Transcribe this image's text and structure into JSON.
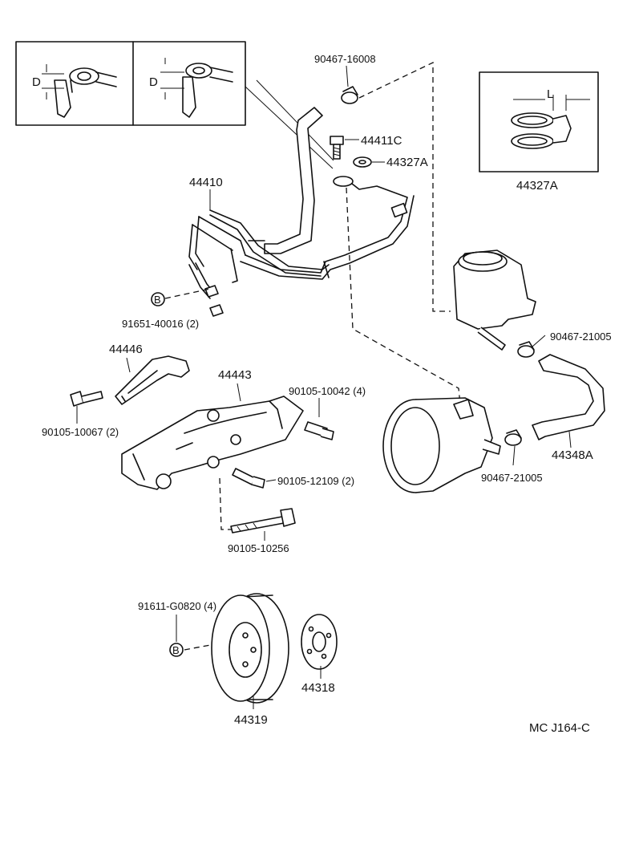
{
  "labels": {
    "clip_top": "90467-16008",
    "bolt_c": "44411C",
    "washer_a": "44327A",
    "washer_a_detail": "44327A",
    "detail_dim_d": "D",
    "detail_dim_l": "L",
    "pressure_tube": "44410",
    "bolt_b": "91651-40016 (2)",
    "marker_b": "B",
    "stay": "44446",
    "bolt_stay": "90105-10067 (2)",
    "bracket": "44443",
    "bolt_bracket": "90105-10042 (4)",
    "bolt_12109": "90105-12109 (2)",
    "bolt_long": "90105-10256",
    "clip_right": "90467-21005",
    "clip_pump": "90467-21005",
    "return_hose": "44348A",
    "pulley_bolt": "91611-G0820 (4)",
    "pulley": "44319",
    "plate": "44318",
    "figure_code": "MC J164-C"
  }
}
